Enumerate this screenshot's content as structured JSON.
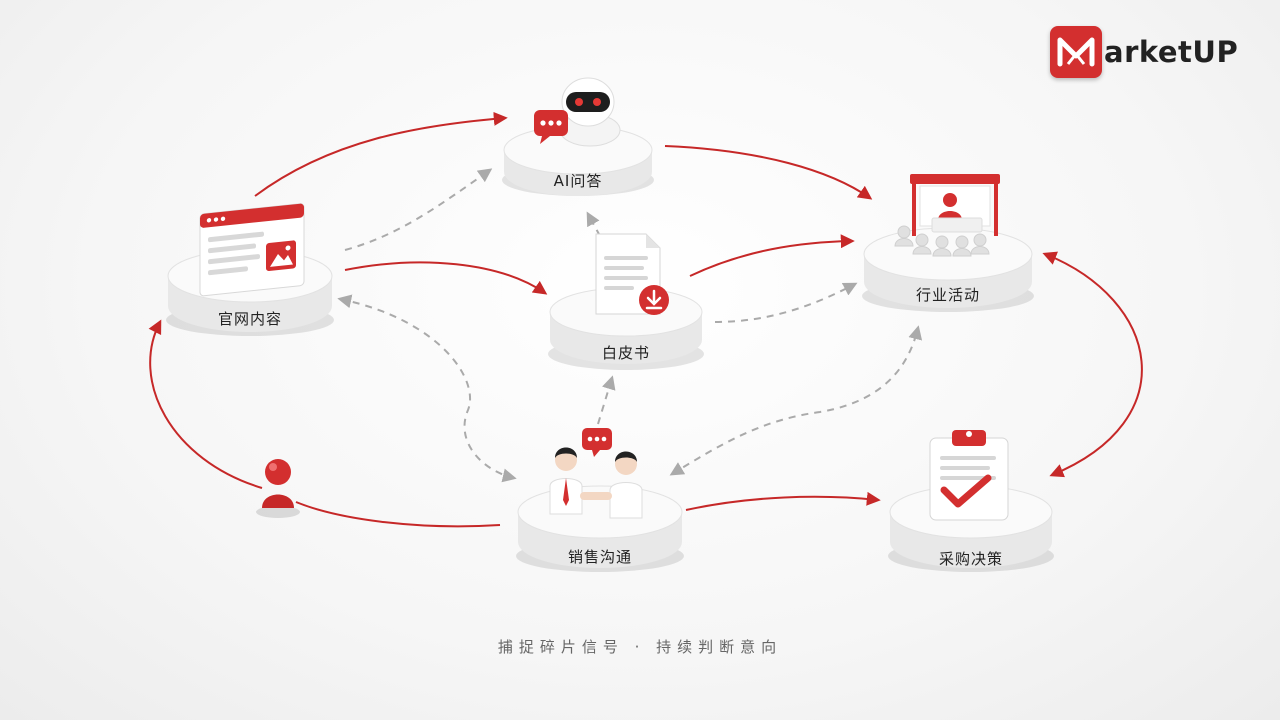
{
  "brand": {
    "name": "arketUP"
  },
  "nodes": {
    "ai_qa": {
      "label": "AI问答"
    },
    "website": {
      "label": "官网内容"
    },
    "whitepaper": {
      "label": "白皮书"
    },
    "industry_event": {
      "label": "行业活动"
    },
    "sales": {
      "label": "销售沟通"
    },
    "purchase": {
      "label": "采购决策"
    }
  },
  "tagline": "捕捉碎片信号 · 持续判断意向",
  "colors": {
    "accent": "#d32f2f",
    "dashed": "#b0b0b0",
    "text": "#222222"
  }
}
